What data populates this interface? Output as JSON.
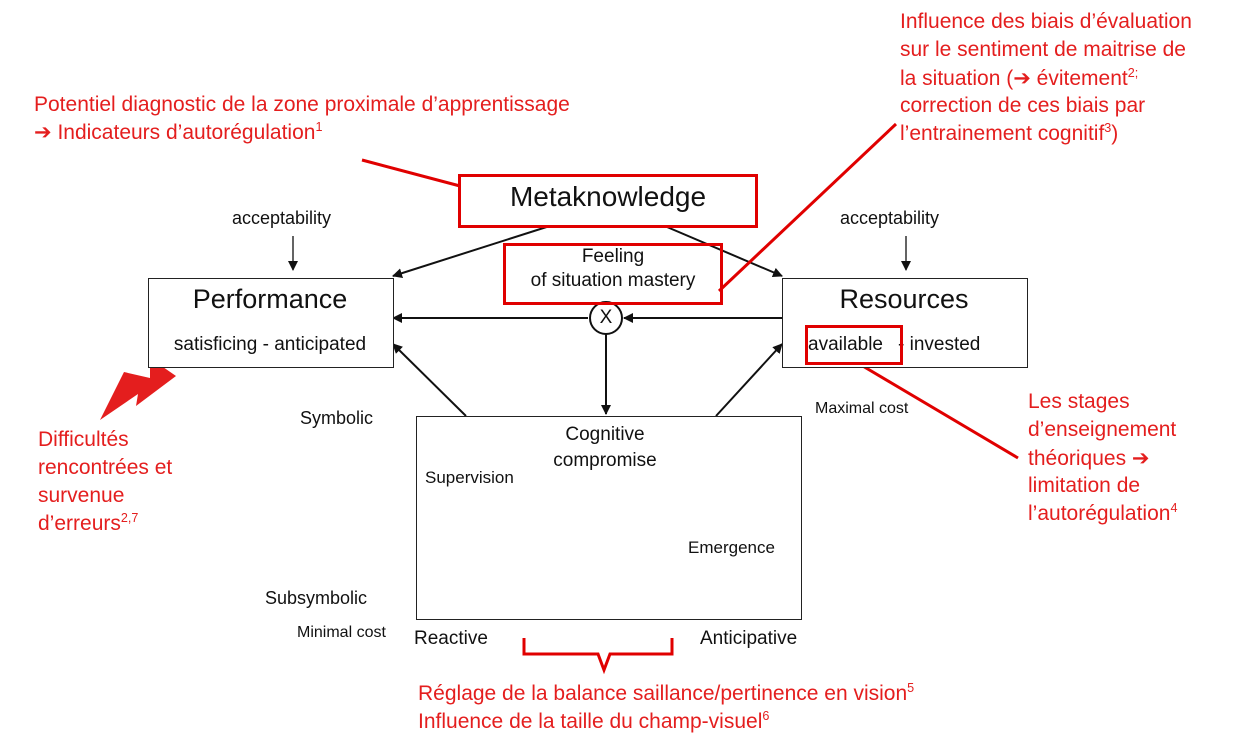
{
  "diagram": {
    "metaknowledge": "Metaknowledge",
    "acceptability_left": "acceptability",
    "acceptability_right": "acceptability",
    "performance_title": "Performance",
    "performance_sub": "satisficing - anticipated",
    "resources_title": "Resources",
    "resources_sub_available": "available",
    "resources_sub_rest": " - invested",
    "feeling_line1": "Feeling",
    "feeling_line2": "of situation mastery",
    "multiply_symbol": "X",
    "symbolic": "Symbolic",
    "subsymbolic": "Subsymbolic",
    "maximal_cost": "Maximal cost",
    "minimal_cost": "Minimal cost",
    "cognitive_line1": "Cognitive",
    "cognitive_line2": "compromise",
    "supervision": "Supervision",
    "emergence": "Emergence",
    "reactive": "Reactive",
    "anticipative": "Anticipative"
  },
  "annotations": {
    "top_left_line1": "Potentiel diagnostic de la zone proximale d’apprentissage",
    "top_left_line2_arrow": "➔",
    "top_left_line2": " Indicateurs d’autorégulation",
    "top_left_sup": "1",
    "top_right_line1": "Influence des biais d’évaluation",
    "top_right_line2": "sur le sentiment de maitrise de",
    "top_right_line3a": "la situation (",
    "top_right_line3_arrow": "➔",
    "top_right_line3b": " évitement",
    "top_right_line3_sup": "2;",
    "top_right_line4": "correction de ces biais par",
    "top_right_line5a": "l’entrainement cognitif",
    "top_right_line5_sup": "3",
    "top_right_line5b": ")",
    "left_line1": "Difficultés",
    "left_line2": "rencontrées et",
    "left_line3": "survenue",
    "left_line4": "d’erreurs",
    "left_sup": "2,7",
    "right_line1": "Les stages",
    "right_line2": "d’enseignement",
    "right_line3": "théoriques ",
    "right_line3_arrow": "➔",
    "right_line4": "limitation de",
    "right_line5": "l’autorégulation",
    "right_sup": "4",
    "bottom_line1": "Réglage de la balance saillance/pertinence en vision",
    "bottom_line1_sup": "5",
    "bottom_line2": "Influence de la taille du champ-visuel",
    "bottom_line2_sup": "6"
  },
  "colors": {
    "annotation": "#e41e1e",
    "diagram": "#111111",
    "highlight": "#e00000"
  }
}
